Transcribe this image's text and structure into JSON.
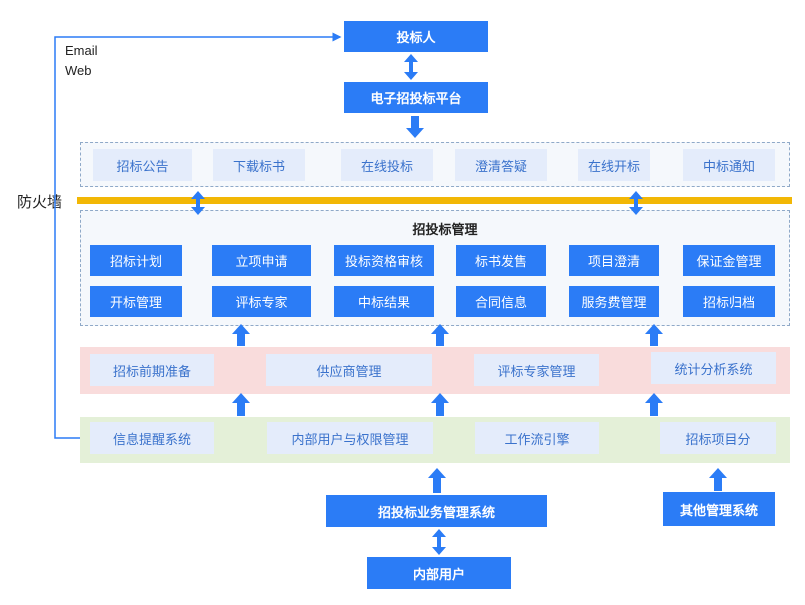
{
  "top": {
    "bidder": "投标人",
    "platform": "电子招投标平台",
    "channel_email": "Email",
    "channel_web": "Web"
  },
  "portal_row": [
    "招标公告",
    "下载标书",
    "在线投标",
    "澄清答疑",
    "在线开标",
    "中标通知"
  ],
  "firewall_label": "防火墙",
  "management": {
    "title": "招投标管理",
    "row1": [
      "招标计划",
      "立项申请",
      "投标资格审核",
      "标书发售",
      "项目澄清",
      "保证金管理"
    ],
    "row2": [
      "开标管理",
      "评标专家",
      "中标结果",
      "合同信息",
      "服务费管理",
      "招标归档"
    ]
  },
  "pink_row": [
    "招标前期准备",
    "供应商管理",
    "评标专家管理",
    "统计分析系统"
  ],
  "green_row": [
    "信息提醒系统",
    "内部用户与权限管理",
    "工作流引擎",
    "招标项目分"
  ],
  "bottom": {
    "business_system": "招投标业务管理系统",
    "other_system": "其他管理系统",
    "internal_users": "内部用户"
  },
  "colors": {
    "accent_blue": "#2b7cf6",
    "firewall": "#f2b705",
    "pink_band": "#f9dcdc",
    "green_band": "#e4f0d8",
    "light_box": "#e4ecfb"
  }
}
